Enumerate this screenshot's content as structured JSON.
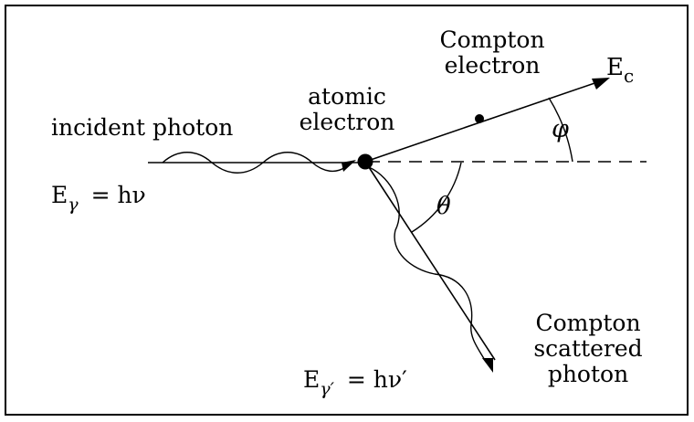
{
  "labels": {
    "incident_photon": "incident photon",
    "atomic_electron_1": "atomic",
    "atomic_electron_2": "electron",
    "compton_electron_1": "Compton",
    "compton_electron_2": "electron",
    "compton_scattered_1": "Compton",
    "compton_scattered_2": "scattered",
    "compton_scattered_3": "photon",
    "phi": "φ",
    "theta": "θ"
  },
  "equations": {
    "incident_E": "E",
    "incident_sub": "γ",
    "incident_rhs": "= hν",
    "scattered_E": "E",
    "scattered_sub": "γ′",
    "scattered_rhs": "= hν′",
    "electron_E": "E",
    "electron_sub": "c"
  }
}
